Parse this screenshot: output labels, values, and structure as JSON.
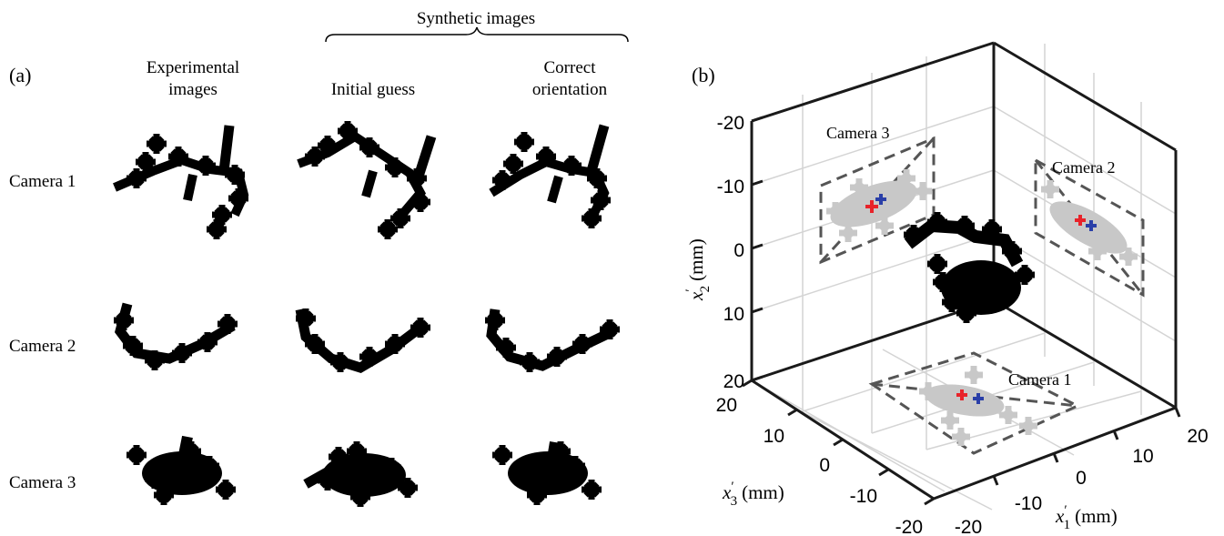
{
  "panel_a": {
    "label": "(a)",
    "group_header": "Synthetic images",
    "columns": [
      [
        "Experimental",
        "images"
      ],
      [
        "Initial guess"
      ],
      [
        "Correct",
        "orientation"
      ]
    ],
    "rows": [
      "Camera 1",
      "Camera 2",
      "Camera 3"
    ]
  },
  "panel_b": {
    "label": "(b)",
    "ticks": {
      "x2": [
        "-20",
        "-10",
        "0",
        "10",
        "20"
      ],
      "x3": [
        "20",
        "10",
        "0",
        "-10",
        "-20"
      ],
      "x1": [
        "-20",
        "-10",
        "0",
        "10",
        "20"
      ]
    },
    "axis_labels": {
      "x2": {
        "var": "x",
        "sub": "2",
        "unit": "(mm)"
      },
      "x3": {
        "var": "x",
        "sub": "3",
        "unit": "(mm)"
      },
      "x1": {
        "var": "x",
        "sub": "1",
        "unit": "(mm)"
      }
    },
    "projections": [
      "Camera 3",
      "Camera 2",
      "Camera 1"
    ],
    "colors": {
      "red_marker": "#e8232a",
      "blue_marker": "#2a3fa8",
      "projection_fill": "#c8c8c8",
      "dash": "#555555"
    }
  }
}
